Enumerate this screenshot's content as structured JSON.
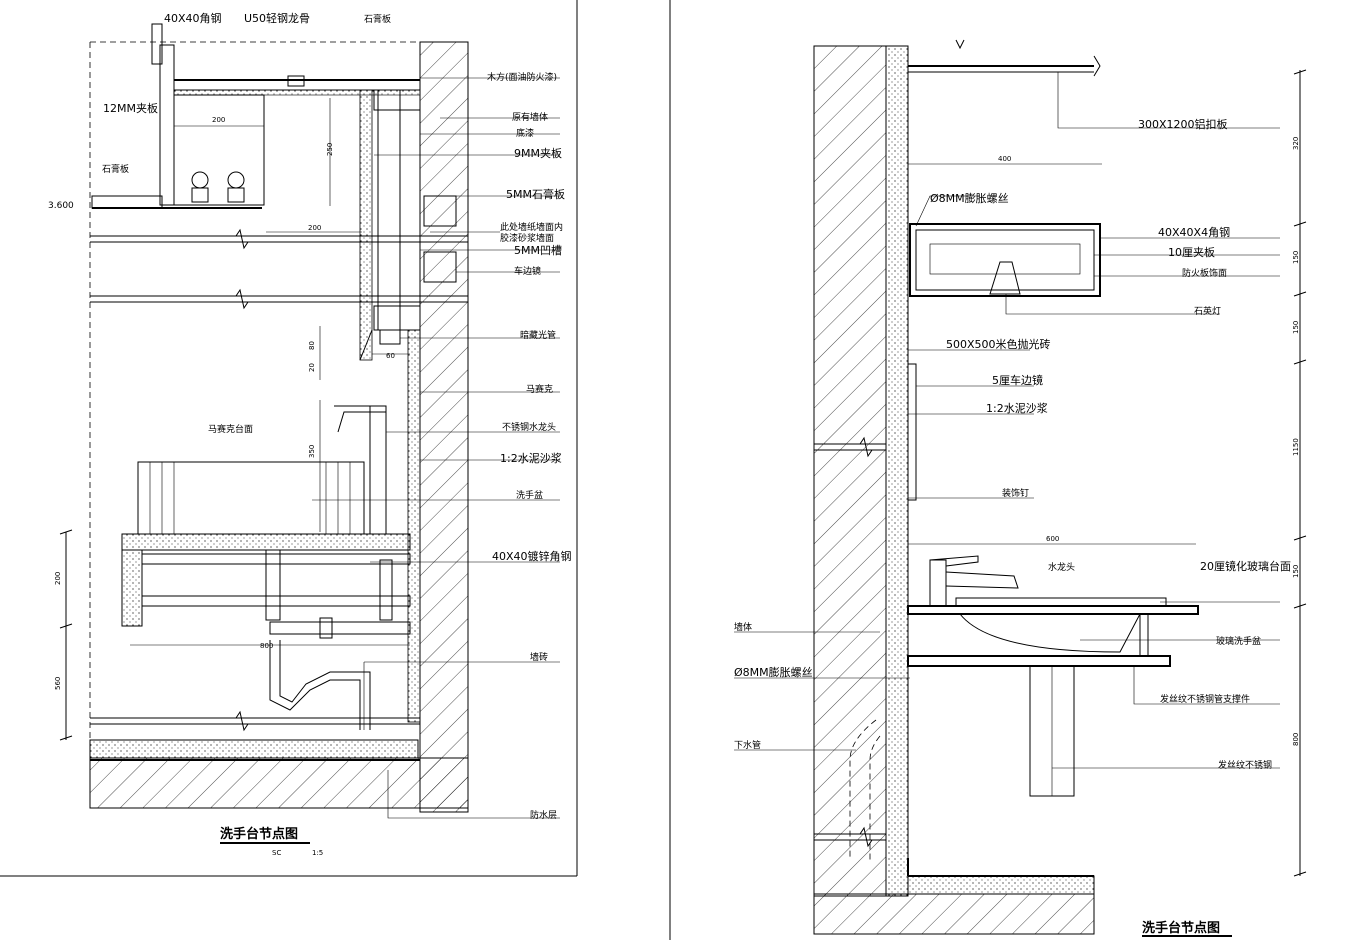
{
  "left": {
    "title": "洗手台节点图",
    "scale_a": "SC",
    "scale_b": "1:5",
    "level": "3.600",
    "labels": {
      "angle_steel": "40X40角钢",
      "u50": "U50轻钢龙骨",
      "gypsum_top": "石膏板",
      "ply12": "12MM夹板",
      "gypsum_left": "石膏板",
      "wood": "木方(面油防火漆)",
      "wall": "原有墙体",
      "primer": "底漆",
      "ply9": "9MM夹板",
      "glass5": "5MM石膏板",
      "note_a": "此处墙纸墙面内",
      "note_b": "胶漆砂浆墙面",
      "slot5": "5MM凹槽",
      "mirror": "车边镜",
      "lamp": "暗藏光管",
      "marble_l": "马赛克",
      "faucet": "不锈钢水龙头",
      "mortar": "1:2水泥沙浆",
      "basin": "洗手盆",
      "steel4040": "40X40镀锌角钢",
      "marble_top": "马赛克台面",
      "drain": "墙砖",
      "waterproof": "防水层"
    },
    "dims": {
      "d200a": "200",
      "d250": "250",
      "d200b": "200",
      "d60": "60",
      "d80": "80",
      "d20": "20",
      "d350": "350",
      "d200c": "200",
      "d800": "800",
      "d560": "560"
    }
  },
  "right": {
    "title": "洗手台节点图",
    "labels": {
      "ceiling": "300X1200铝扣板",
      "anchor_top": "Ø8MM膨胀螺丝",
      "angle": "40X40X4角钢",
      "ply10": "10厘夹板",
      "fireboard": "防火板饰面",
      "lamp": "石英灯",
      "tile": "500X500米色抛光砖",
      "mirror": "5厘车边镜",
      "mortar": "1:2水泥沙浆",
      "nail": "装饰钉",
      "faucet": "水龙头",
      "granite": "20厘镜化玻璃台面",
      "wall": "墙体",
      "basin": "玻璃洗手盆",
      "anchor_bot": "Ø8MM膨胀螺丝",
      "bracket": "发丝纹不锈钢管支撑件",
      "drainpipe": "下水管",
      "steel": "发丝纹不锈钢"
    },
    "dims": {
      "d400": "400",
      "d600": "600",
      "v320": "320",
      "v150a": "150",
      "v150b": "150",
      "v1150": "1150",
      "v150c": "150",
      "v800": "800"
    }
  }
}
